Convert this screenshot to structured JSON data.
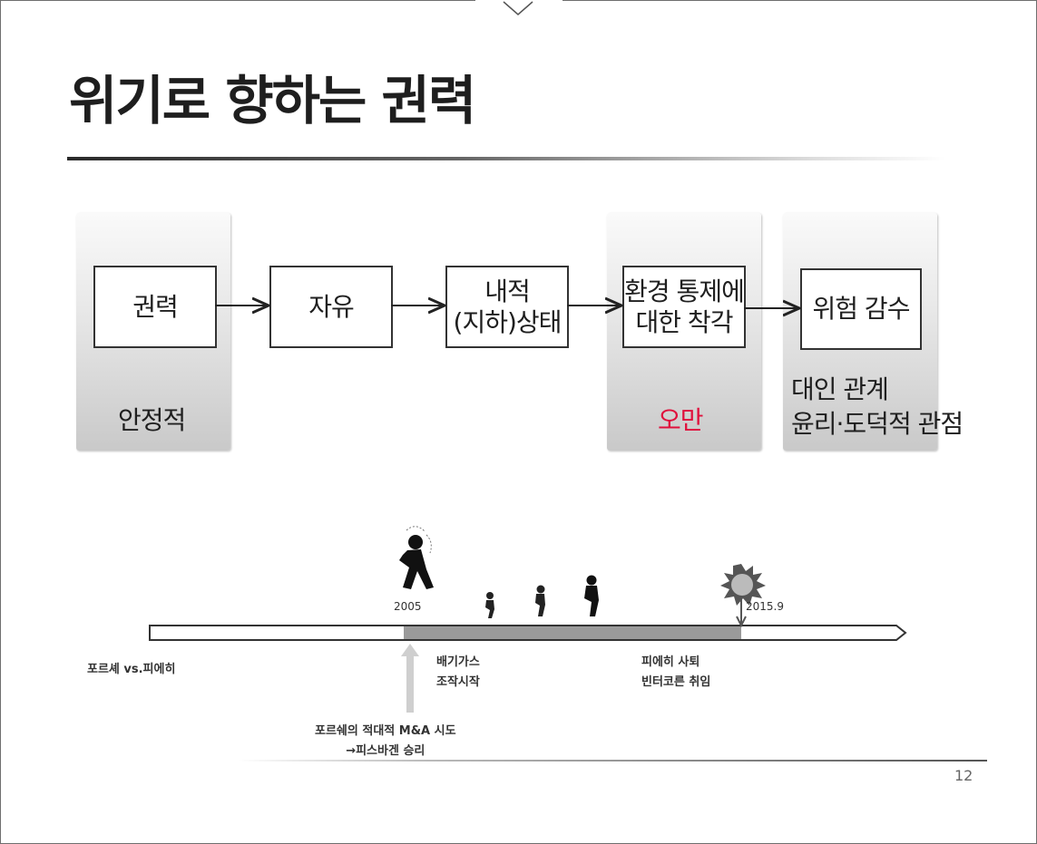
{
  "slide": {
    "title": "위기로 향하는 권력",
    "page_number": "12"
  },
  "flow": {
    "boxes": [
      "권력",
      "자유",
      "내적\n(지하)상태",
      "환경 통제에\n대한 착각",
      "위험 감수"
    ],
    "panel_labels": {
      "stable": "안정적",
      "arrogance": "오만",
      "ethics": "대인 관계\n윤리·도덕적 관점"
    },
    "colors": {
      "arrogance": "#e0103c"
    }
  },
  "timeline": {
    "year_start": "2005",
    "year_end": "2015.9",
    "left_label": "포르셰 vs.피에히",
    "bottom_label": "포르쉐의 적대적 M&A 시도\n→피스바겐 승리",
    "mid_label": "배기가스\n조작시작",
    "right_label": "피에히 사퇴\n빈터코른 취임"
  }
}
